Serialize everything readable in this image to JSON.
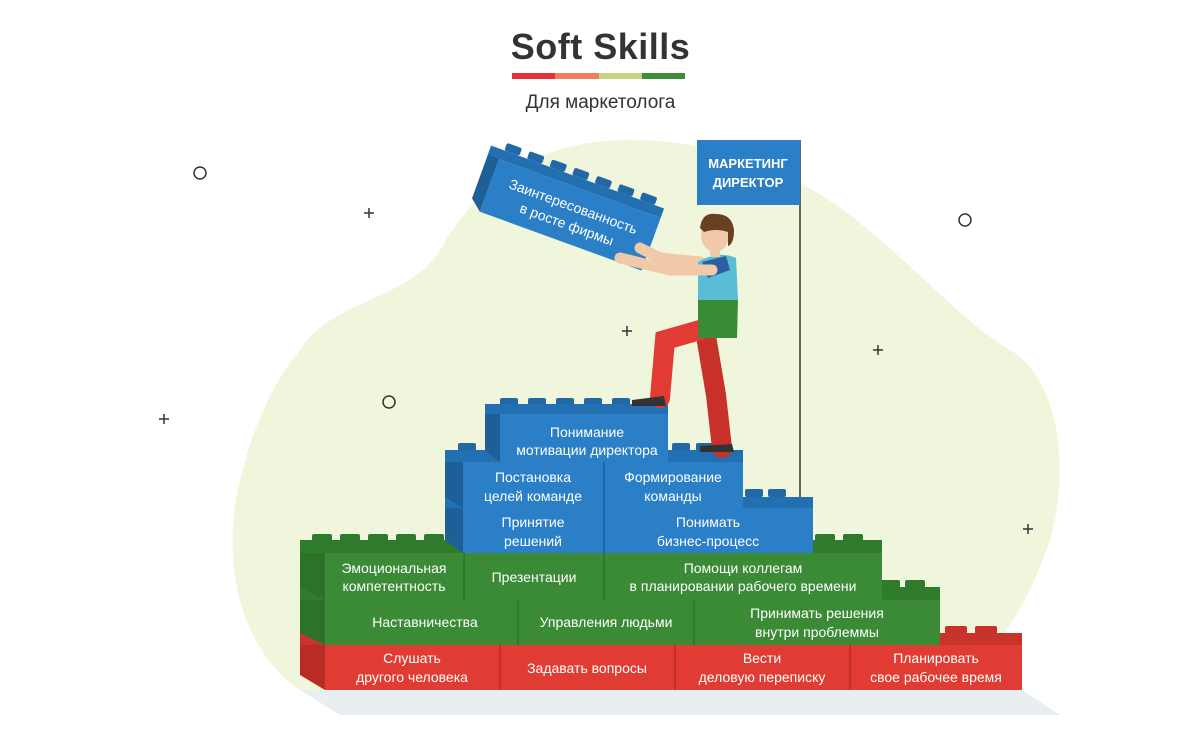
{
  "header": {
    "title": "Soft Skills",
    "subtitle": "Для маркетолога"
  },
  "colors": {
    "title_bar": [
      "#e4313c",
      "#ef7e5e",
      "#c6d57b",
      "#3f8c3c"
    ],
    "blue": "#2a7fc7",
    "green": "#3a8a36",
    "red": "#e13c33",
    "blob": "#eff6dc"
  },
  "flag": {
    "line1": "МАРКЕТИНГ",
    "line2": "ДИРЕКТОР"
  },
  "carried_block": {
    "line1": "Заинтересованность",
    "line2": "в росте фирмы"
  },
  "blue_tier": {
    "top": [
      "Понимание",
      "мотивации директора"
    ],
    "row1": [
      [
        "Постановка",
        "целей команде"
      ],
      [
        "Формирование",
        "команды"
      ]
    ],
    "row2": [
      [
        "Принятие",
        "решений"
      ],
      [
        "Понимать",
        "бизнес-процесс"
      ]
    ]
  },
  "green_tier": {
    "row1": [
      [
        "Эмоциональная",
        "компетентность"
      ],
      [
        "Презентации"
      ],
      [
        "Помощи коллегам",
        "в планировании рабочего времени"
      ]
    ],
    "row2": [
      [
        "Наставничества"
      ],
      [
        "Управления людьми"
      ],
      [
        "Принимать решения",
        "внутри проблеммы"
      ]
    ]
  },
  "red_tier": {
    "row1": [
      [
        "Слушать",
        "другого человека"
      ],
      [
        "Задавать вопросы"
      ],
      [
        "Вести",
        "деловую переписку"
      ],
      [
        "Планировать",
        "свое рабочее время"
      ]
    ]
  }
}
